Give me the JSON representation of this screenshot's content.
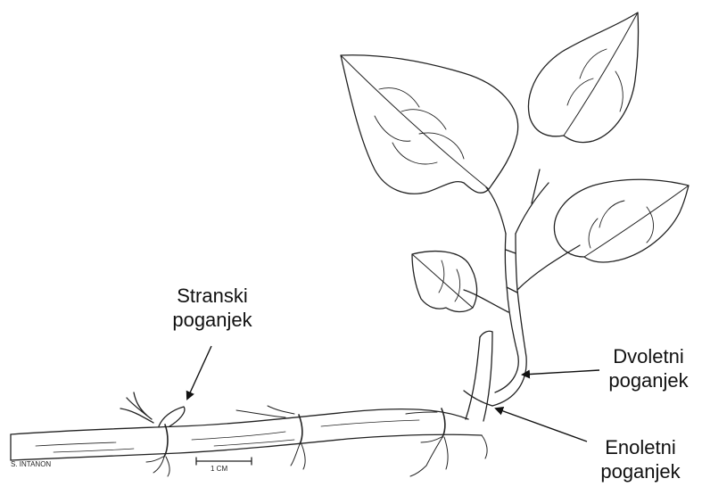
{
  "labels": {
    "lateral": {
      "line1": "Stranski",
      "line2": "poganjek"
    },
    "two_year": {
      "line1": "Dvoletni",
      "line2": "poganjek"
    },
    "one_year": {
      "line1": "Enoletni",
      "line2": "poganjek"
    }
  },
  "signature": "S. INTANON",
  "scale_bar_label": "1 CM",
  "colors": {
    "ink": "#111111",
    "background": "#ffffff"
  }
}
